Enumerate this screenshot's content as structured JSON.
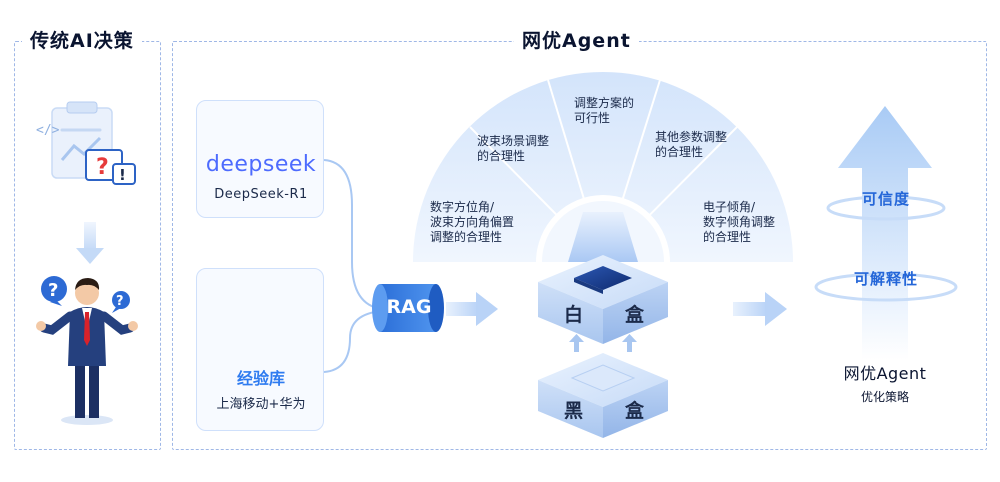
{
  "left_panel": {
    "title": "传统AI决策"
  },
  "right_panel": {
    "title": "网优Agent"
  },
  "deepseek_card": {
    "brand": "deepseek",
    "model": "DeepSeek-R1"
  },
  "knowledge_card": {
    "title": "经验库",
    "subtitle": "上海移动+华为"
  },
  "rag": {
    "label": "RAG"
  },
  "fan_labels": [
    [
      "数字方位角/",
      "波束方向角偏置",
      "调整的合理性"
    ],
    [
      "波束场景调整",
      "的合理性"
    ],
    [
      "调整方案的",
      "可行性"
    ],
    [
      "其他参数调整",
      "的合理性"
    ],
    [
      "电子倾角/",
      "数字倾角调整",
      "的合理性"
    ]
  ],
  "white_box": {
    "char1": "白",
    "char2": "盒"
  },
  "black_box": {
    "char1": "黑",
    "char2": "盒"
  },
  "output": {
    "ring1": "可信度",
    "ring2": "可解释性",
    "title": "网优Agent",
    "subtitle": "优化策略"
  },
  "icons": [
    "clipboard-chart-icon",
    "question-bubble-icon",
    "businessman-icon",
    "whale-logo-icon",
    "database-document-icon",
    "arrow-right-icon",
    "arrow-up-icon",
    "arrow-down-icon"
  ],
  "colors": {
    "accent": "#2e7bf0",
    "deepseek": "#4d6bfe",
    "dashed_border": "#9fb7e6",
    "fan": "#dbe9fb"
  }
}
